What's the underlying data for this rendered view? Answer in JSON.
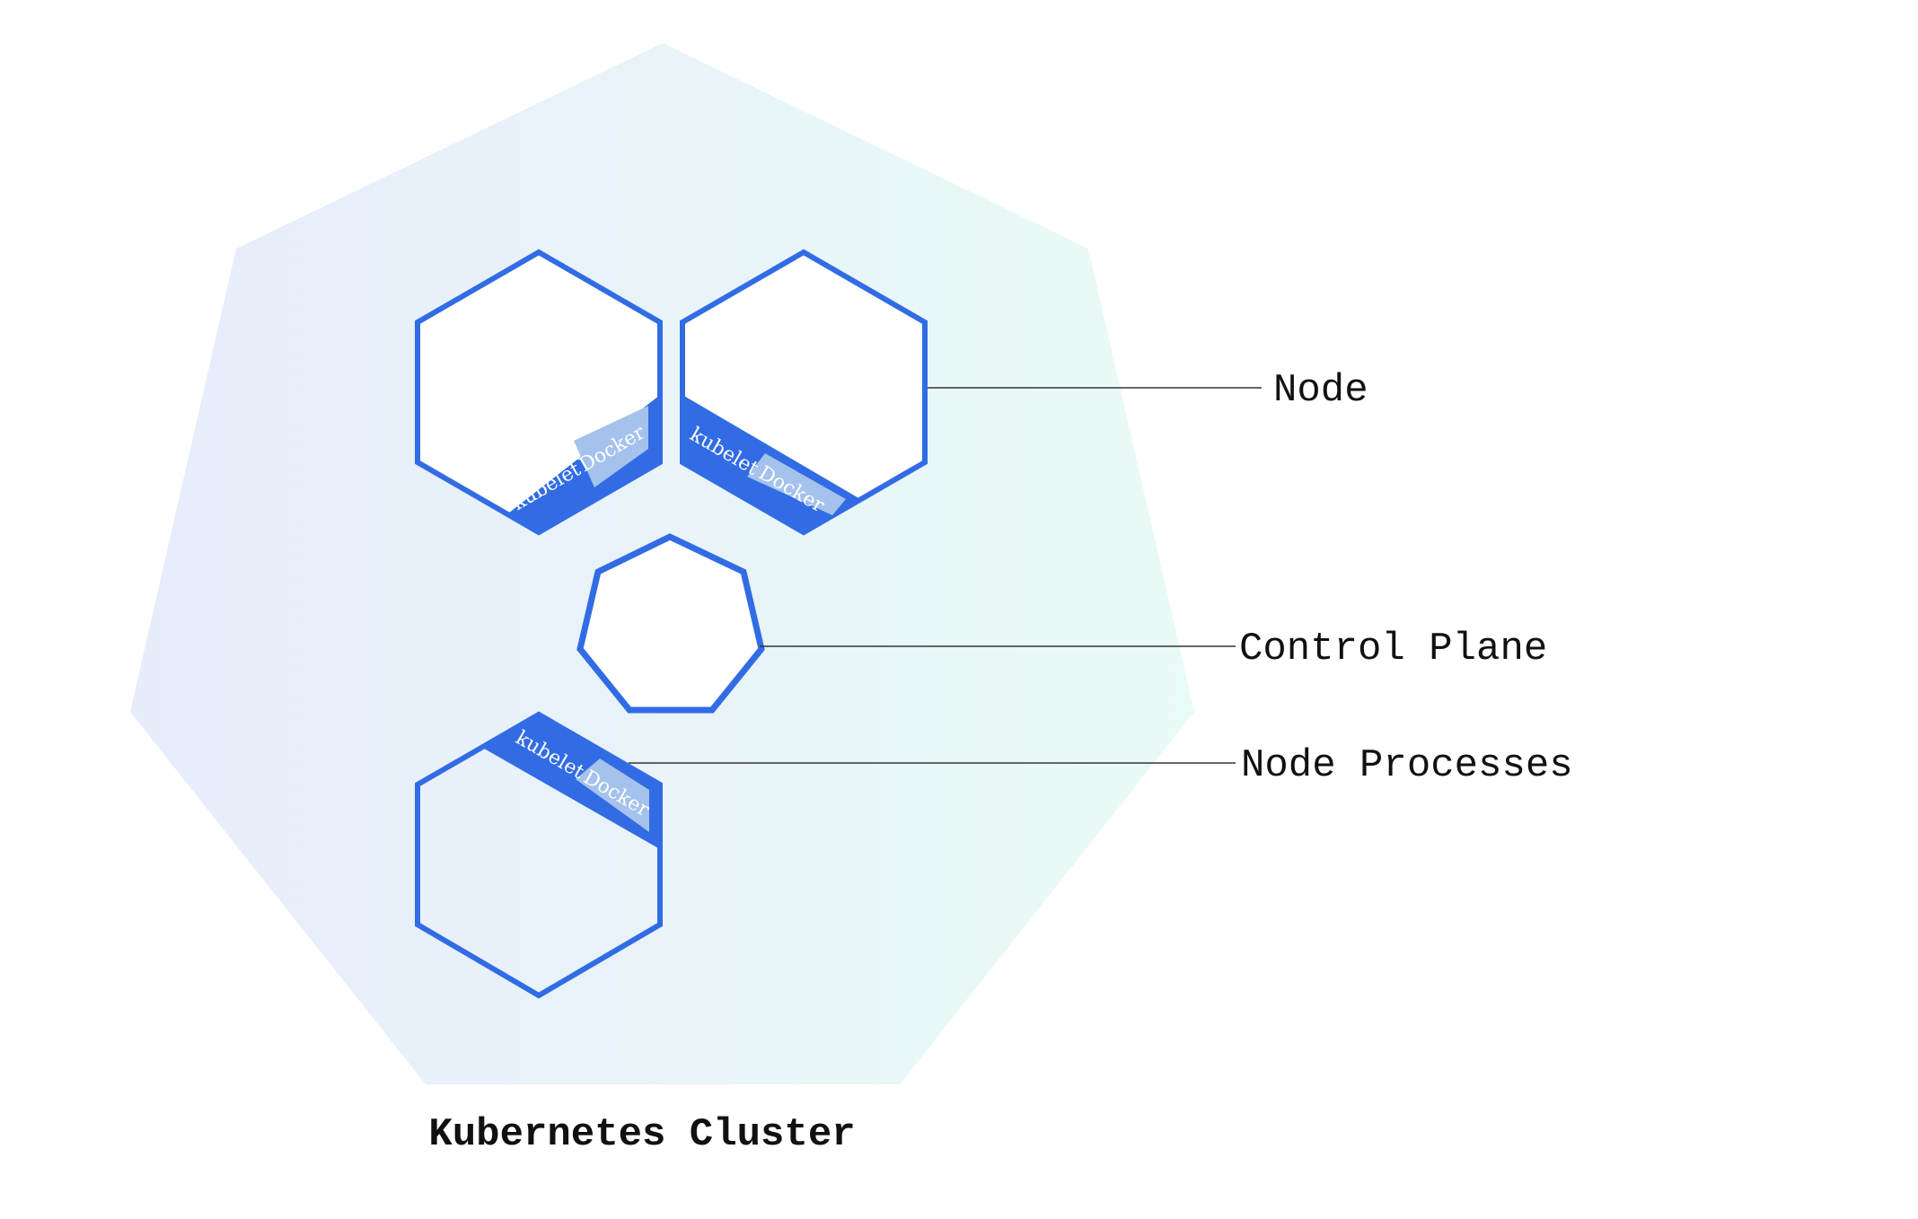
{
  "cluster": {
    "label": "Kubernetes Cluster",
    "gradient_start": "#e7ecfb",
    "gradient_end": "#e9fbf6"
  },
  "labels": {
    "node": "Node",
    "control_plane": "Control Plane",
    "node_processes": "Node Processes"
  },
  "node_process_tags": {
    "kubelet": "kubelet",
    "docker": "Docker"
  },
  "colors": {
    "primary_blue": "#326ce5",
    "docker_badge": "#a4c2ec",
    "leader_line": "#333333",
    "node_fill": "#ffffff"
  }
}
